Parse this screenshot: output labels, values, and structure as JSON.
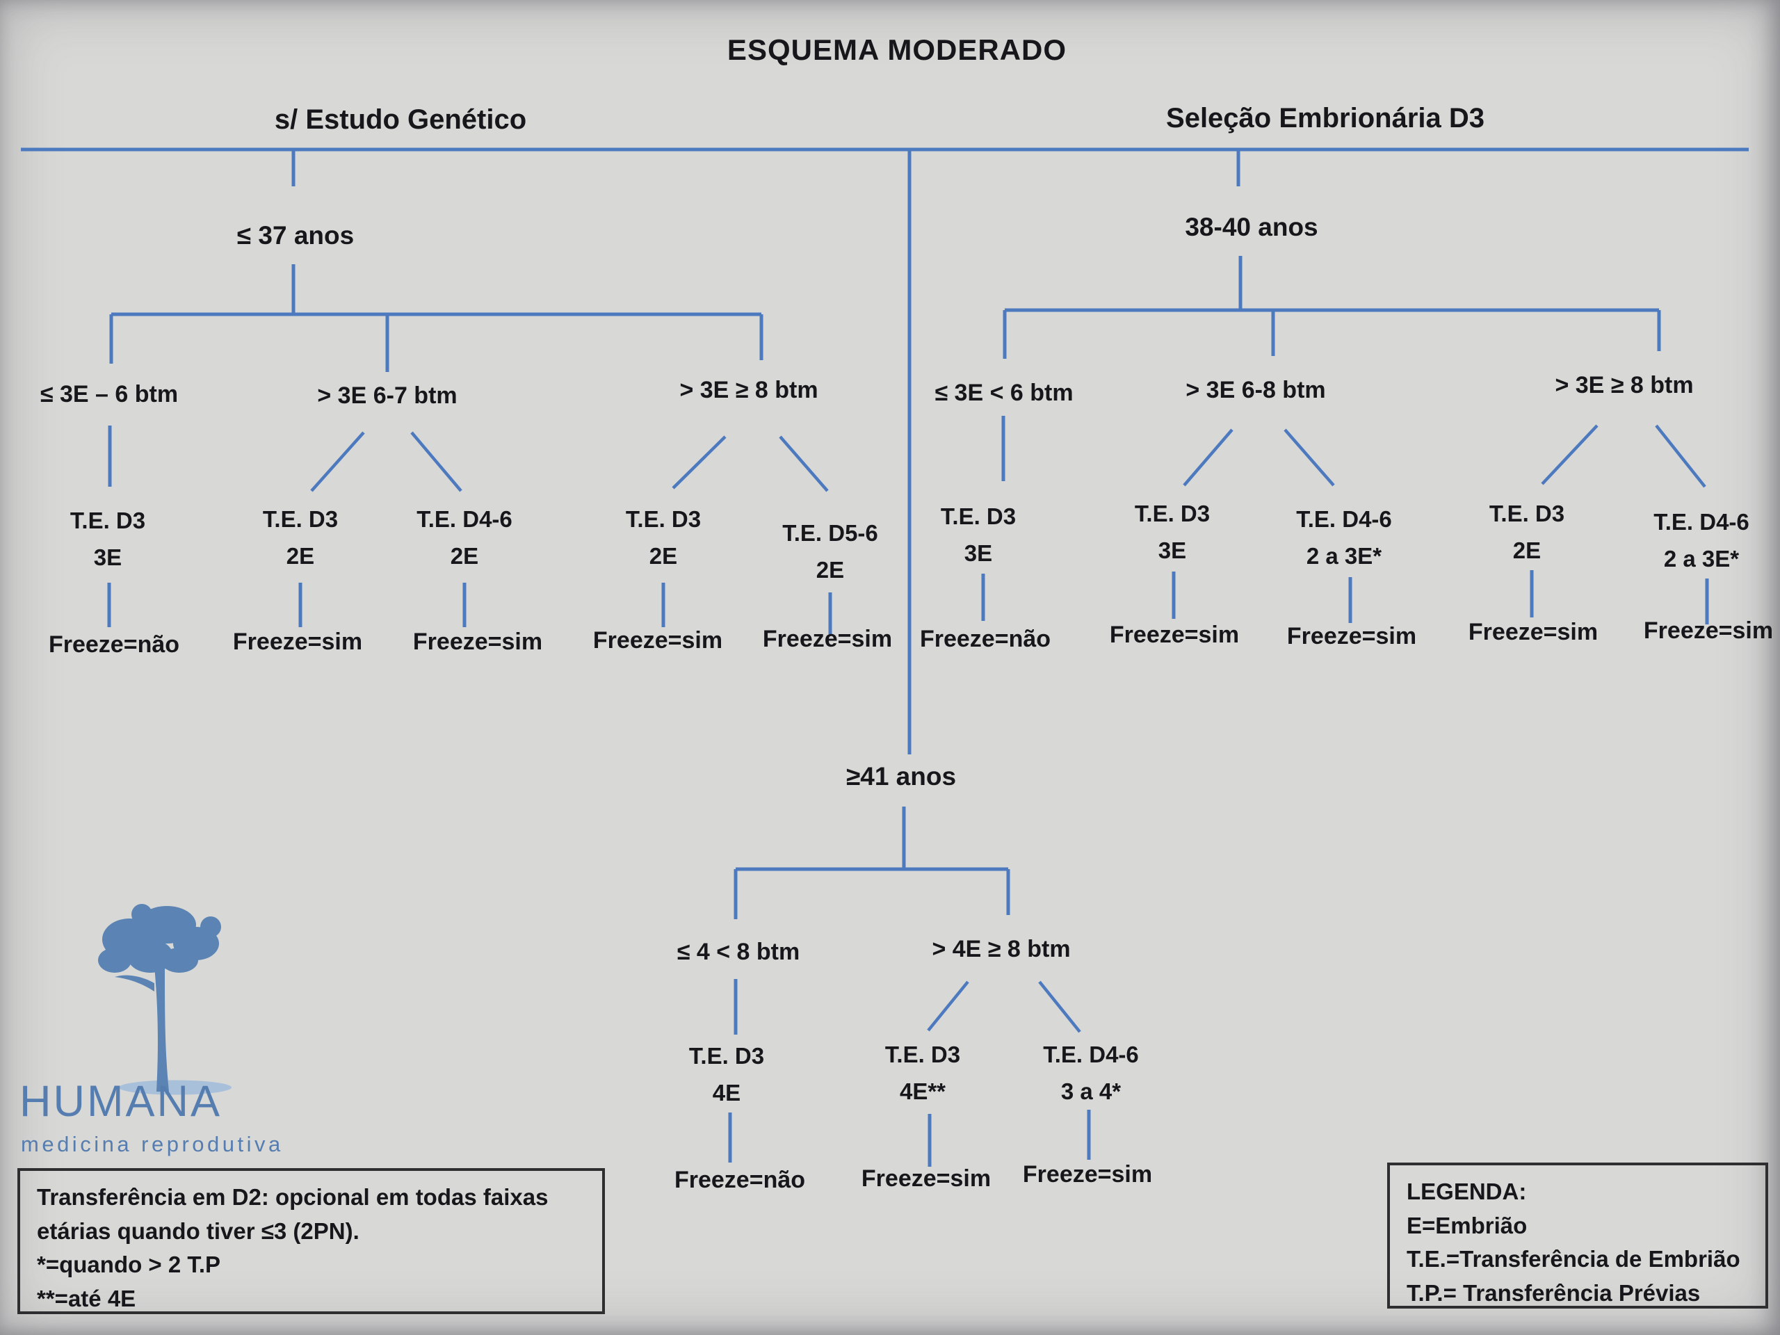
{
  "diagram": {
    "title": "ESQUEMA MODERADO",
    "background_color": "#d8d8d6",
    "line_color": "#4d7abf",
    "text_color": "#17171b",
    "left_branch": {
      "header": "s/ Estudo Genético",
      "age": "≤ 37 anos",
      "groups": [
        "≤ 3E – 6 btm",
        "> 3E 6-7 btm",
        "> 3E ≥ 8 btm"
      ],
      "transfers": [
        {
          "l1": "T.E. D3",
          "l2": "3E"
        },
        {
          "l1": "T.E. D3",
          "l2": "2E"
        },
        {
          "l1": "T.E. D4-6",
          "l2": "2E"
        },
        {
          "l1": "T.E. D3",
          "l2": "2E"
        },
        {
          "l1": "T.E. D5-6",
          "l2": "2E"
        }
      ],
      "freeze": [
        "Freeze=não",
        "Freeze=sim",
        "Freeze=sim",
        "Freeze=sim",
        "Freeze=sim"
      ]
    },
    "right_branch": {
      "header": "Seleção Embrionária D3",
      "age": "38-40 anos",
      "groups": [
        "≤ 3E < 6 btm",
        "> 3E 6-8 btm",
        "> 3E ≥ 8 btm"
      ],
      "transfers": [
        {
          "l1": "T.E. D3",
          "l2": "3E"
        },
        {
          "l1": "T.E. D3",
          "l2": "3E"
        },
        {
          "l1": "T.E. D4-6",
          "l2": "2 a 3E*"
        },
        {
          "l1": "T.E. D3",
          "l2": "2E"
        },
        {
          "l1": "T.E. D4-6",
          "l2": "2 a 3E*"
        }
      ],
      "freeze": [
        "Freeze=não",
        "Freeze=sim",
        "Freeze=sim",
        "Freeze=sim",
        "Freeze=sim"
      ]
    },
    "middle_branch": {
      "age": "≥41 anos",
      "groups": [
        "≤ 4 < 8 btm",
        "> 4E ≥ 8 btm"
      ],
      "transfers": [
        {
          "l1": "T.E. D3",
          "l2": "4E"
        },
        {
          "l1": "T.E. D3",
          "l2": "4E**"
        },
        {
          "l1": "T.E. D4-6",
          "l2": "3 a 4*"
        }
      ],
      "freeze": [
        "Freeze=não",
        "Freeze=sim",
        "Freeze=sim"
      ]
    },
    "logo": {
      "name": "HUMANA",
      "tagline": "medicina reprodutiva",
      "color": "#567db0"
    },
    "note_box": {
      "lines": [
        "Transferência em D2: opcional em todas faixas",
        "etárias quando tiver ≤3 (2PN).",
        "*=quando > 2 T.P",
        "**=até 4E"
      ]
    },
    "legend_box": {
      "lines": [
        "LEGENDA:",
        "E=Embrião",
        "T.E.=Transferência de Embrião",
        "T.P.= Transferência Prévias"
      ]
    }
  }
}
